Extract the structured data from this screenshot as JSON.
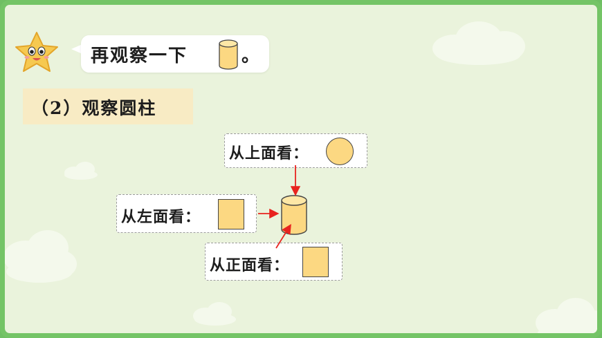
{
  "speech_bubble": {
    "text": "再观察一下",
    "period": "。"
  },
  "section": {
    "title": "（2）观察圆柱"
  },
  "views": {
    "top": {
      "label": "从上面看："
    },
    "left": {
      "label": "从左面看："
    },
    "front": {
      "label": "从正面看："
    }
  },
  "colors": {
    "shape_fill": "#fcd882",
    "arrow": "#e8231f",
    "banner": "#f8ebc4",
    "background": "#eaf3dc",
    "frame": "#74c466"
  },
  "icons": {
    "mascot": "star-mascot-icon",
    "cylinder": "cylinder-icon"
  }
}
